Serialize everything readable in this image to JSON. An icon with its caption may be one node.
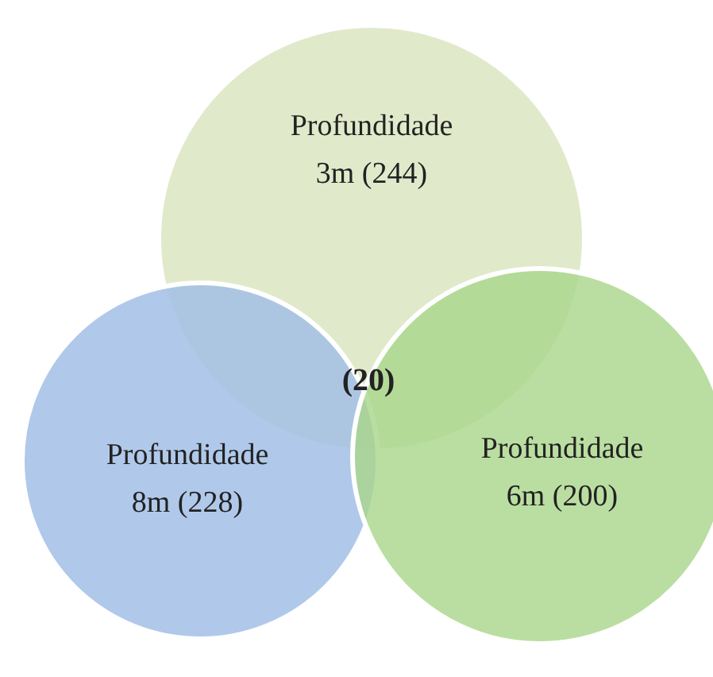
{
  "diagram": {
    "nodes": [
      {
        "text": [
          "Profundidade 3m (244)"
        ]
      },
      {
        "text": [
          "Profundidade 8m (228)"
        ]
      },
      {
        "text": [
          "Profundidade 6m (200)"
        ]
      }
    ],
    "labels": [
      "(20)"
    ]
  }
}
